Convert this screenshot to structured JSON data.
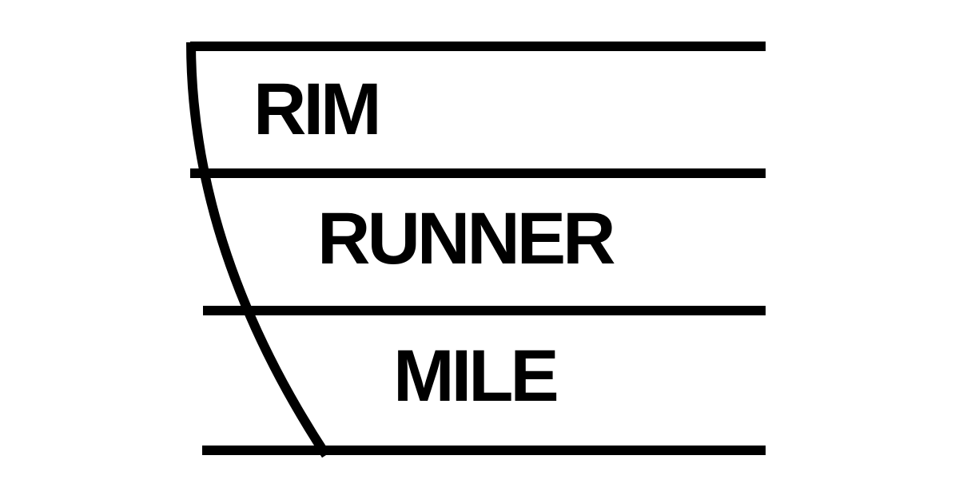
{
  "page": {
    "kind": "logo-graphic",
    "background_color": "#ffffff"
  },
  "logo": {
    "title": "RIM RUNNER MILE",
    "ink_color": "#000000",
    "words": [
      {
        "label": "RIM"
      },
      {
        "label": "RUNNER"
      },
      {
        "label": "MILE"
      }
    ]
  }
}
